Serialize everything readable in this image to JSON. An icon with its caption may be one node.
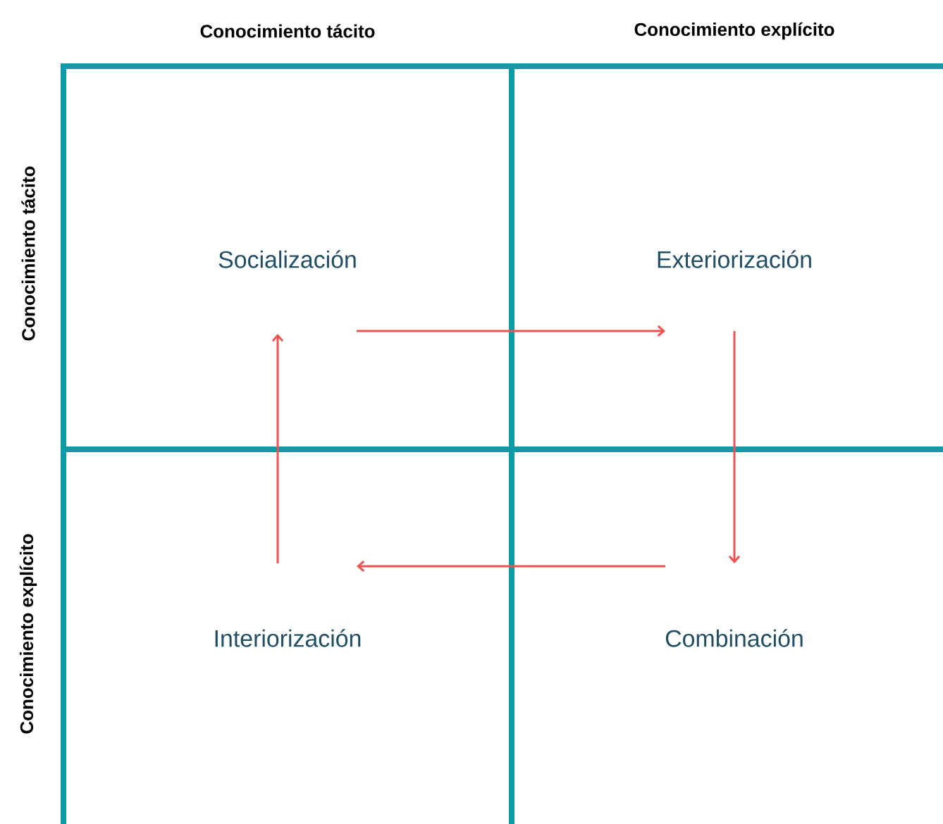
{
  "diagram": {
    "nodes": [
      {
        "text": [
          "Socialización"
        ]
      },
      {
        "text": [
          "Exteriorización"
        ]
      },
      {
        "text": [
          "Interiorización"
        ]
      },
      {
        "text": [
          "Combinación"
        ]
      }
    ],
    "edges": [
      {
        "from": 0,
        "to": 1,
        "arrow": "to"
      },
      {
        "from": 1,
        "to": 3,
        "arrow": "to"
      },
      {
        "from": 3,
        "to": 2,
        "arrow": "to"
      },
      {
        "from": 2,
        "to": 0,
        "arrow": "to"
      }
    ],
    "labels": [
      "Conocimiento tácito",
      "Conocimiento explícito",
      "Conocimiento tácito",
      "Conocimiento explícito"
    ]
  }
}
